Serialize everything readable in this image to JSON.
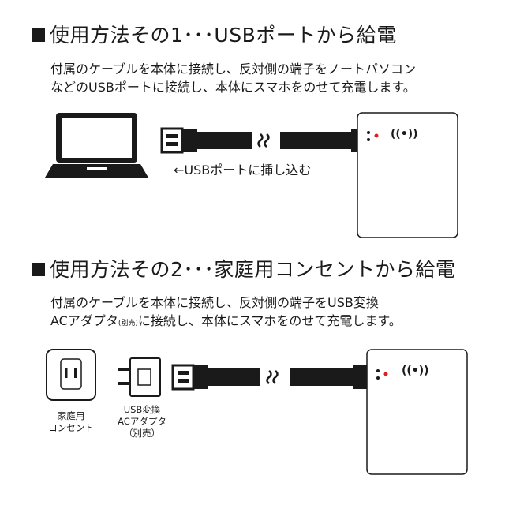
{
  "section1": {
    "title": "使用方法その1･･･USBポートから給電",
    "desc_line1": "付属のケーブルを本体に接続し、反対側の端子をノートパソコン",
    "desc_line2": "などのUSBポートに接続し、本体にスマホをのせて充電します。",
    "arrow_note": "←USBポートに挿し込む"
  },
  "section2": {
    "title": "使用方法その2･･･家庭用コンセントから給電",
    "desc_line1": "付属のケーブルを本体に接続し、反対側の端子をUSB変換",
    "desc_line2_a": "ACアダプタ",
    "desc_line2_small": "(別売)",
    "desc_line2_b": "に接続し、本体にスマホをのせて充電します。",
    "outlet_caption_1": "家庭用",
    "outlet_caption_2": "コンセント",
    "adapter_caption_1": "USB変換",
    "adapter_caption_2": "ACアダプタ",
    "adapter_caption_3": "（別売）"
  },
  "icons": {
    "wireless": "((•))",
    "break": "≈"
  }
}
